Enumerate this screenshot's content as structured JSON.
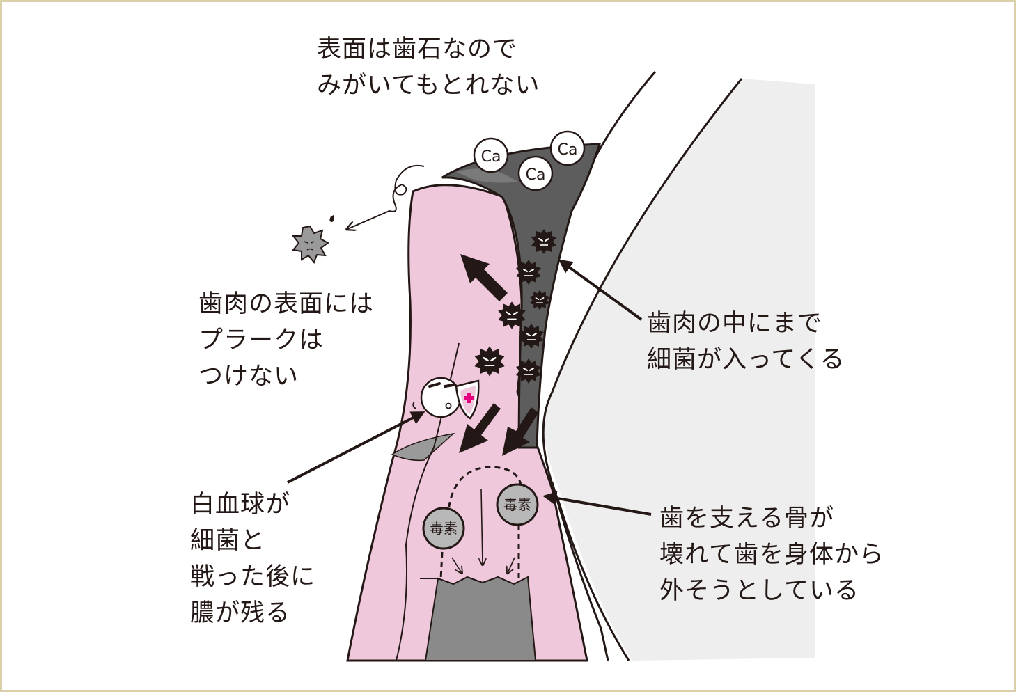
{
  "labels": {
    "calculus_note": [
      "表面は歯石なので",
      "みがいてもとれない"
    ],
    "gum_surface_note": [
      "歯肉の表面には",
      "プラークは",
      "つけない"
    ],
    "bacteria_entering_note": [
      "歯肉の中にまで",
      "細菌が入ってくる"
    ],
    "white_blood_cell_note": [
      "白血球が",
      "細菌と",
      "戦った後に",
      "膿が残る"
    ],
    "bone_destruction_note": [
      "歯を支える骨が",
      "壊れて歯を身体から",
      "外そうとしている"
    ]
  },
  "markers": {
    "calcium": [
      "Ca",
      "Ca",
      "Ca"
    ],
    "toxin": [
      "毒素",
      "毒素"
    ]
  },
  "colors": {
    "gum": "#f0c8dc",
    "calculus": "#5d5d5d",
    "bone": "#8a8a8a",
    "tooth": "#eeeeee",
    "outline": "#231815",
    "cross": "#e4007f",
    "frame": "#d9cfa8"
  }
}
